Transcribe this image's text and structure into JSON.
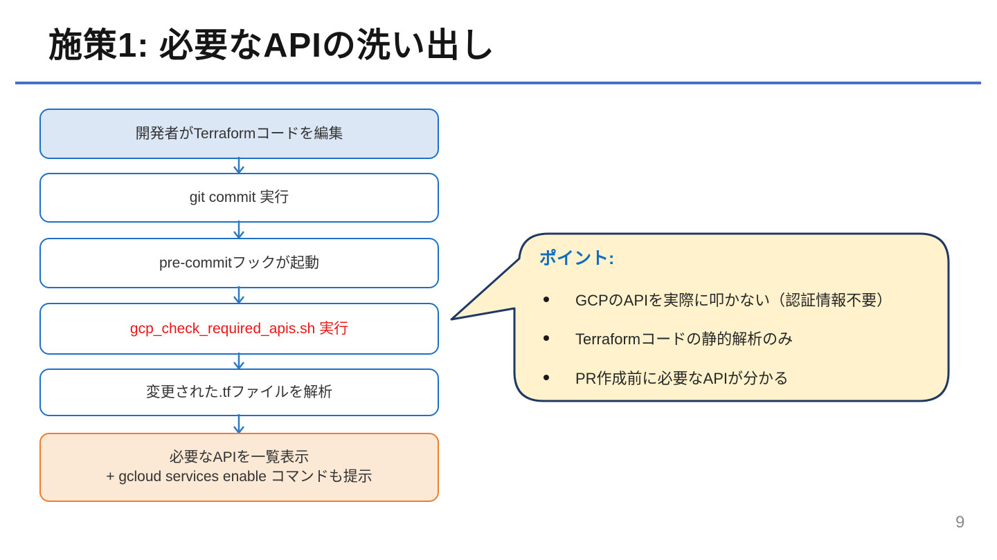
{
  "slide": {
    "title": "施策1: 必要なAPIの洗い出し",
    "page_number": "9"
  },
  "colors": {
    "title_underline": "#4472c4",
    "flow_border_blue": "#1e6fc8",
    "flow_fill_light_blue": "#dce7f6",
    "flow_fill_white": "#ffffff",
    "flow_text": "#333333",
    "script_text_red": "#ee1515",
    "result_border_orange": "#ed7d31",
    "result_fill_light_orange": "#fbe8d5",
    "arrow_blue": "#2e79c7",
    "callout_fill": "#fff2cc",
    "callout_border": "#1f3864",
    "callout_heading_blue": "#0f6cbf",
    "page_number_gray": "#8a8a8a"
  },
  "flowchart": {
    "steps": [
      {
        "label": "開発者がTerraformコードを編集"
      },
      {
        "label": "git commit 実行"
      },
      {
        "label": "pre-commitフックが起動"
      },
      {
        "label": "gcp_check_required_apis.sh 実行"
      },
      {
        "label": "変更された.tfファイルを解析"
      },
      {
        "label": "必要なAPIを一覧表示",
        "sublabel": "+ gcloud services enable コマンドも提示"
      }
    ]
  },
  "callout": {
    "heading": "ポイント:",
    "bullets": [
      "GCPのAPIを実際に叩かない（認証情報不要）",
      "Terraformコードの静的解析のみ",
      "PR作成前に必要なAPIが分かる"
    ]
  }
}
